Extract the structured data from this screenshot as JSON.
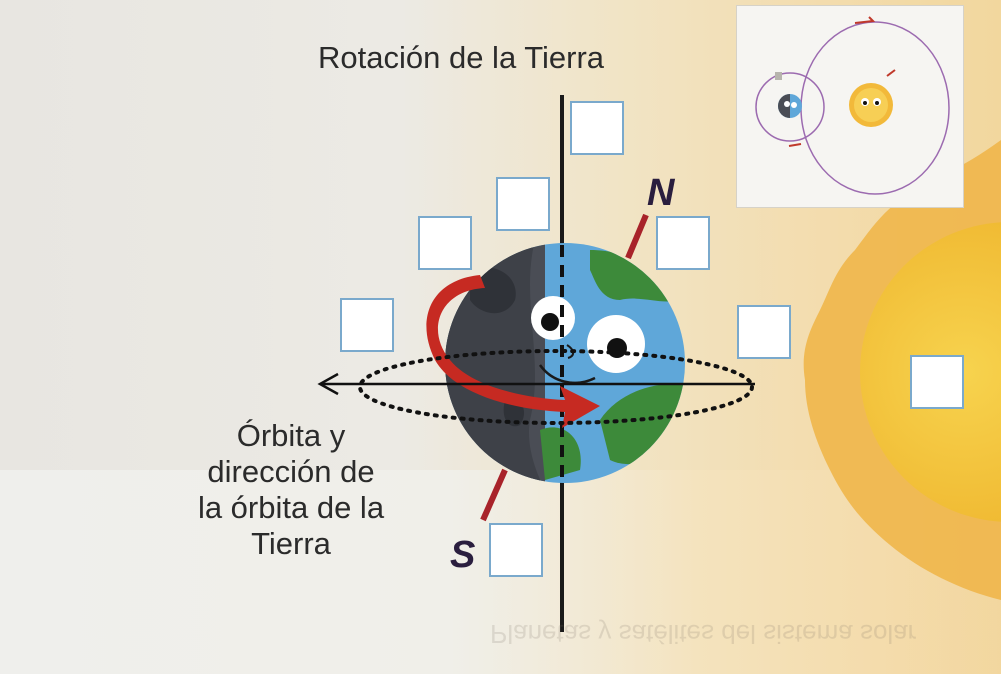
{
  "title": "Rotación de la Tierra",
  "orbit_label": [
    "Órbita y",
    "dirección de",
    "la órbita de la",
    "Tierra"
  ],
  "pole_north": "N",
  "pole_south": "S",
  "mirrored_text": "Planetas y satélites del sistema solar",
  "colors": {
    "axis": "#1a1a1a",
    "tilted_axis": "#a8232a",
    "rotation_arrow": "#c62a22",
    "ocean": "#5fa7d9",
    "land": "#3d8a3a",
    "sun": "#f2c23a",
    "box_border": "#7aa9cc"
  },
  "icons": [
    "earth-icon",
    "sun-icon",
    "rotation-arrow-icon",
    "orbit-arrow-icon"
  ]
}
